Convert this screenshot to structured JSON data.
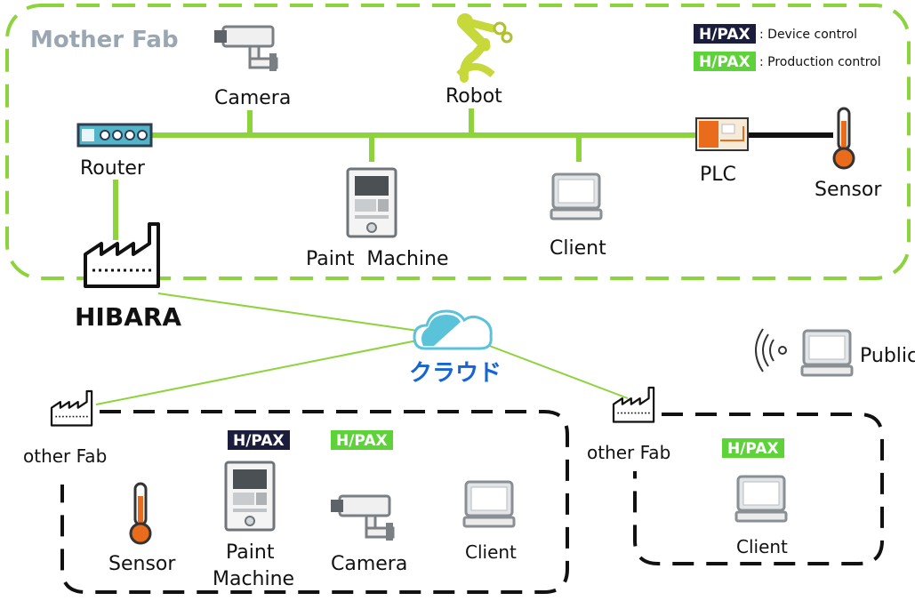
{
  "mother_fab": {
    "title": "Mother Fab",
    "nodes": {
      "camera": "Camera",
      "robot": "Robot",
      "router": "Router",
      "paint_machine": "Paint  Machine",
      "client": "Client",
      "plc": "PLC",
      "sensor": "Sensor",
      "hibara": "HIBARA"
    }
  },
  "legend": {
    "device_badge": "H/PAX",
    "device_text": ": Device control",
    "production_badge": "H/PAX",
    "production_text": ": Production control"
  },
  "cloud": {
    "label": "クラウド"
  },
  "public": {
    "label": "Public"
  },
  "other_fab_left": {
    "title": "other Fab",
    "badges": [
      "H/PAX",
      "H/PAX"
    ],
    "nodes": {
      "sensor": "Sensor",
      "paint_line1": "Paint",
      "paint_line2": "Machine",
      "camera": "Camera",
      "client": "Client"
    }
  },
  "other_fab_right": {
    "title": "other Fab",
    "badge": "H/PAX",
    "nodes": {
      "client": "Client"
    }
  },
  "colors": {
    "green": "#8dd33b",
    "navy": "#1c1c3c",
    "badge_green": "#5ed339",
    "cloud_blue": "#5bc3d9",
    "cloud_text": "#1565d8",
    "sensor_orange": "#e86c1b"
  },
  "icons": [
    "camera-icon",
    "robot-icon",
    "router-icon",
    "paint-machine-icon",
    "laptop-icon",
    "plc-board-icon",
    "thermometer-icon",
    "factory-icon",
    "cloud-icon",
    "wireless-icon"
  ]
}
